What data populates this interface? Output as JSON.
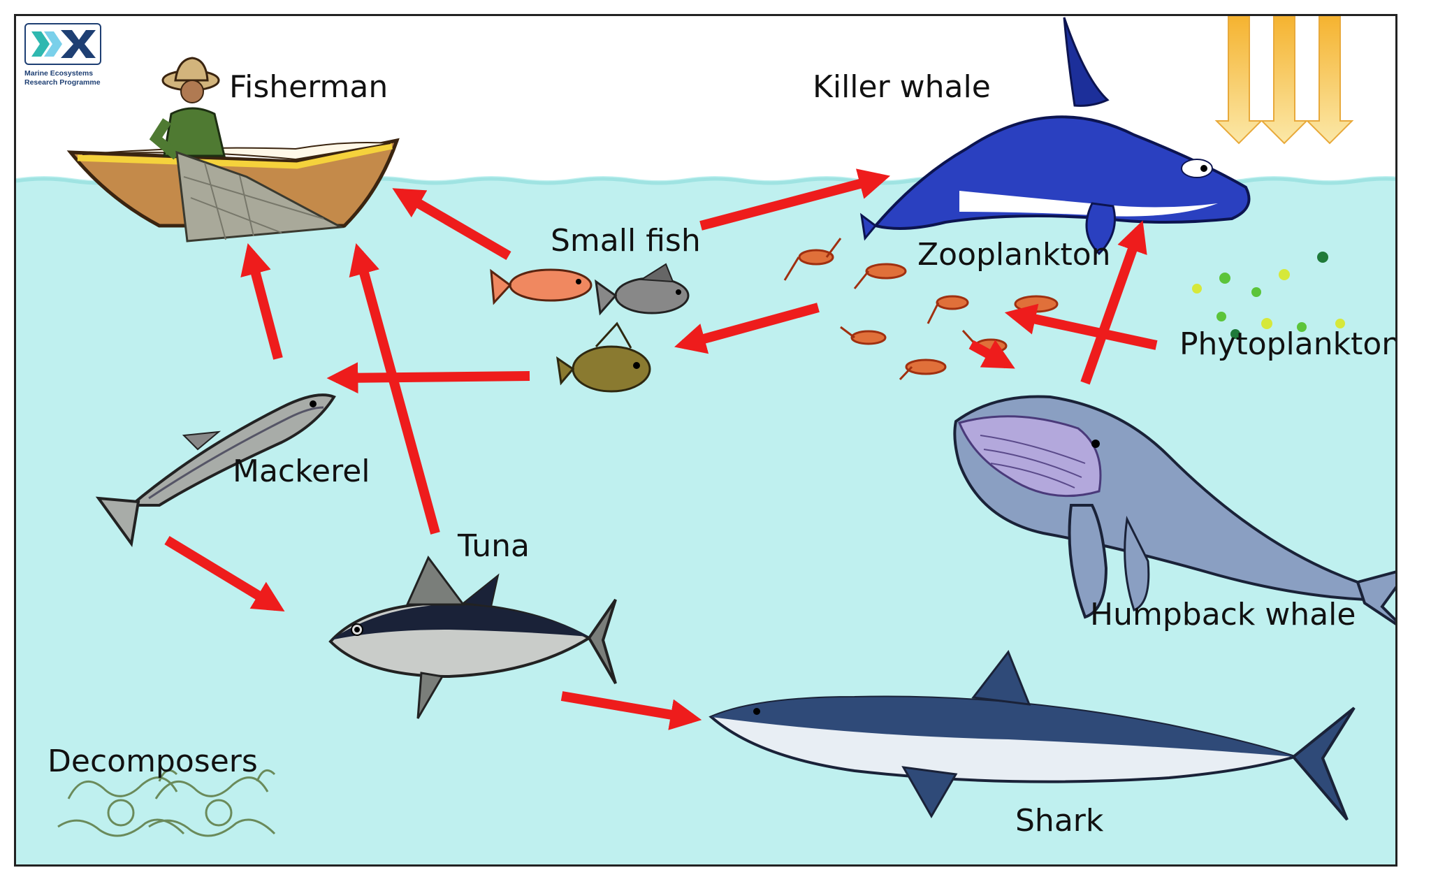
{
  "logo": {
    "name_line1": "Marine Ecosystems",
    "name_line2": "Research Programme"
  },
  "labels": {
    "fisherman": "Fisherman",
    "killer_whale": "Killer whale",
    "small_fish": "Small fish",
    "zooplankton": "Zooplankton",
    "phytoplankton": "Phytoplankton",
    "mackerel": "Mackerel",
    "tuna": "Tuna",
    "humpback_whale": "Humpback whale",
    "decomposers": "Decomposers",
    "shark": "Shark"
  },
  "colors": {
    "water": "#bff0ef",
    "arrow": "#ee1c1c",
    "sunlight": "#f6c84b",
    "logo_navy": "#1e3f73",
    "logo_teal": "#2fb8b0"
  },
  "food_web": [
    {
      "from": "Small fish",
      "to": "Fisherman"
    },
    {
      "from": "Mackerel",
      "to": "Fisherman"
    },
    {
      "from": "Tuna",
      "to": "Fisherman"
    },
    {
      "from": "Small fish",
      "to": "Killer whale"
    },
    {
      "from": "Small fish",
      "to": "Mackerel"
    },
    {
      "from": "Zooplankton",
      "to": "Small fish"
    },
    {
      "from": "Phytoplankton",
      "to": "Zooplankton"
    },
    {
      "from": "Zooplankton",
      "to": "Humpback whale"
    },
    {
      "from": "Humpback whale",
      "to": "Killer whale"
    },
    {
      "from": "Mackerel",
      "to": "Tuna"
    },
    {
      "from": "Tuna",
      "to": "Shark"
    }
  ]
}
